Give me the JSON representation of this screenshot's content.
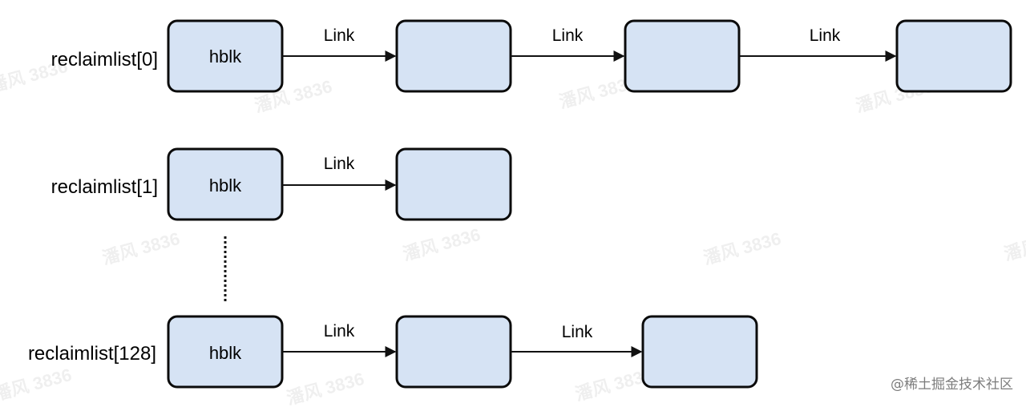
{
  "colors": {
    "node_fill": "#d6e3f4",
    "node_stroke": "#0b0b0b",
    "line": "#111111"
  },
  "rows": [
    {
      "label": "reclaimlist[0]",
      "nodes": [
        "hblk",
        "",
        "",
        ""
      ],
      "links": [
        "Link",
        "Link",
        "Link"
      ]
    },
    {
      "label": "reclaimlist[1]",
      "nodes": [
        "hblk",
        ""
      ],
      "links": [
        "Link"
      ]
    },
    {
      "label": "reclaimlist[128]",
      "nodes": [
        "hblk",
        "",
        ""
      ],
      "links": [
        "Link",
        "Link"
      ]
    }
  ],
  "watermark_text": "潘风 3836",
  "credit_text": "@稀土掘金技术社区"
}
